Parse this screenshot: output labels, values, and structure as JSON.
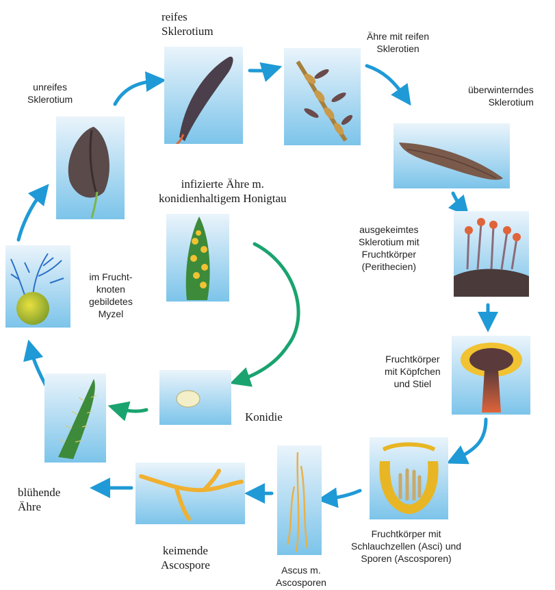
{
  "labels": {
    "reifes_sklerotium": "reifes\nSklerotium",
    "aehre_reife": "Ähre mit reifen\nSklerotien",
    "ueberwinternd": "überwinterndes\nSklerotium",
    "ausgekeimt": "ausgekeimtes\nSklerotium mit\nFruchtkörper\n(Perithecien)",
    "fruchtkoerper_koepfchen": "Fruchtkörper\nmit Köpfchen\nund Stiel",
    "fruchtkoerper_asci": "Fruchtkörper mit\nSchlauchzellen (Asci) und\nSporen (Ascosporen)",
    "ascus": "Ascus m.\nAscosporen",
    "keimende": "keimende\nAscospore",
    "bluehende": "blühende\nÄhre",
    "im_fruchtknoten": "im Frucht-\nknoten\ngebildetes\nMyzel",
    "unreifes": "unreifes\nSklerotium",
    "infizierte": "infizierte Ähre m.\nkonidienhaltigem Honigtau",
    "konidie": "Konidie"
  },
  "colors": {
    "card_top": "#eaf4fb",
    "card_bottom": "#7cc4ea",
    "arrow_blue": "#1f9ad6",
    "arrow_green": "#1aa36f"
  }
}
